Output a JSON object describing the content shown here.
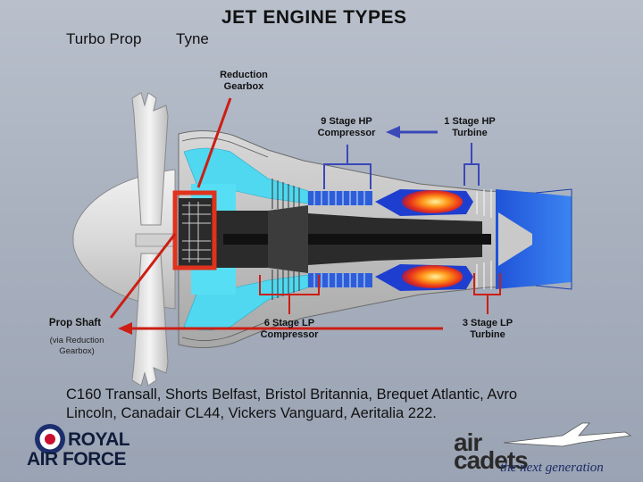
{
  "title": "JET ENGINE TYPES",
  "left_labels": {
    "turbo_prop": "Turbo Prop",
    "tyne": "Tyne"
  },
  "labels": {
    "reduction_gearbox": [
      "Reduction",
      "Gearbox"
    ],
    "hp_compressor": [
      "9 Stage HP",
      "Compressor"
    ],
    "hp_turbine": [
      "1 Stage HP",
      "Turbine"
    ],
    "prop_shaft": "Prop Shaft",
    "prop_shaft_note": [
      "(via Reduction",
      "Gearbox)"
    ],
    "lp_compressor": [
      "6 Stage LP",
      "Compressor"
    ],
    "lp_turbine": [
      "3 Stage LP",
      "Turbine"
    ]
  },
  "caption": [
    "C160 Transall, Shorts Belfast, Bristol Britannia, Brequet Atlantic, Avro",
    "Lincoln, Canadair CL44, Vickers Vanguard, Aeritalia 222."
  ],
  "logos": {
    "raf": [
      "ROYAL",
      "AIR FORCE"
    ],
    "cadets": {
      "top": "air",
      "bottom": "cadets",
      "tagline": "the next generation"
    }
  },
  "colors": {
    "blue_arrow": "#3a48b8",
    "red_arrow": "#cc1e14",
    "gearbox_box": "#e0321c",
    "intake_cyan": "#4fd8f0",
    "hp_blue": "#1e3ecf",
    "exhaust_blue": "#2a6cf0"
  }
}
